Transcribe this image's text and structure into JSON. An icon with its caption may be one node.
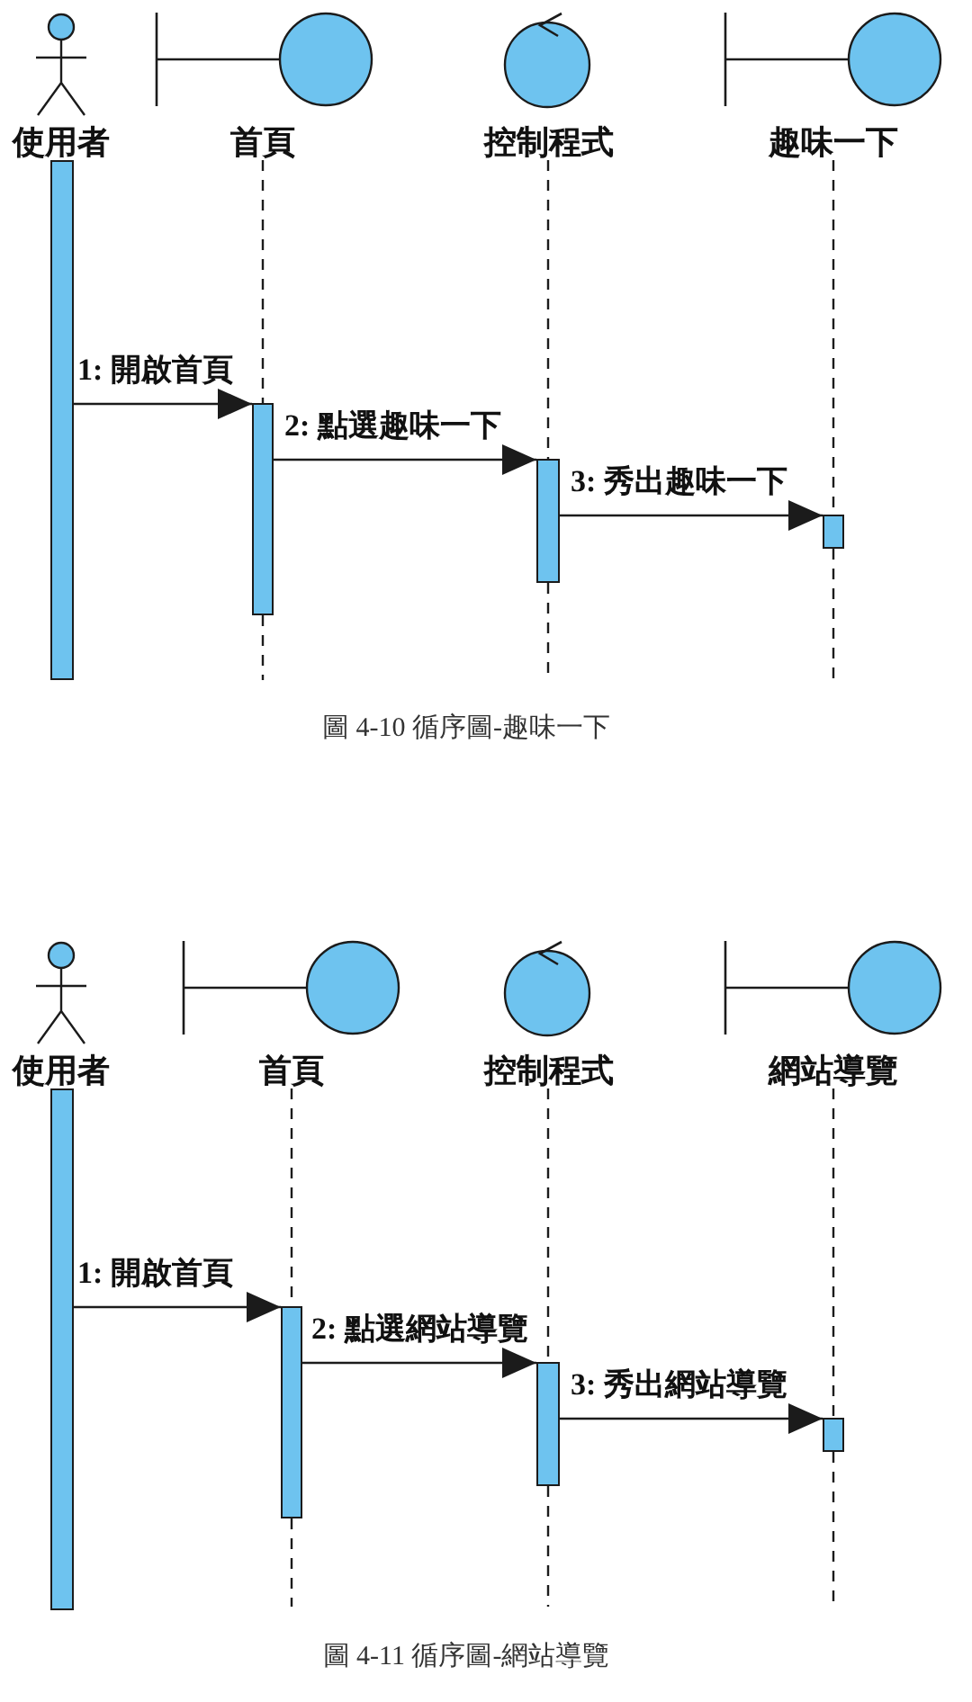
{
  "diagram": {
    "nodes": [
      {
        "text": [
          "使用者"
        ]
      },
      {
        "text": [
          "首頁"
        ]
      },
      {
        "text": [
          "控制程式"
        ]
      },
      {
        "text": [
          "趣味一下"
        ]
      },
      {
        "text": [],
        "shape": "bar"
      },
      {
        "text": [],
        "shape": "bar"
      },
      {
        "text": [],
        "shape": "bar"
      },
      {
        "text": [],
        "shape": "bar"
      },
      {
        "text": [
          "使用者"
        ]
      },
      {
        "text": [
          "首頁"
        ]
      },
      {
        "text": [
          "控制程式"
        ]
      },
      {
        "text": [
          "網站導覽"
        ]
      },
      {
        "text": [],
        "shape": "bar"
      },
      {
        "text": [],
        "shape": "bar"
      },
      {
        "text": [],
        "shape": "bar"
      },
      {
        "text": [],
        "shape": "bar"
      }
    ],
    "edges": [
      {
        "from": 1,
        "to": 5,
        "arrow": "none",
        "style": "dashed"
      },
      {
        "from": 2,
        "to": 6,
        "arrow": "none",
        "style": "dashed"
      },
      {
        "from": 3,
        "to": 7,
        "arrow": "none",
        "style": "dashed"
      },
      {
        "from": 4,
        "to": 5,
        "arrow": "to",
        "label": "1: 開啟首頁"
      },
      {
        "from": 5,
        "to": 6,
        "arrow": "to",
        "label": "2: 點選趣味一下"
      },
      {
        "from": 6,
        "to": 7,
        "arrow": "to",
        "label": "3: 秀出趣味一下"
      },
      {
        "from": 9,
        "to": 13,
        "arrow": "none",
        "style": "dashed"
      },
      {
        "from": 10,
        "to": 14,
        "arrow": "none",
        "style": "dashed"
      },
      {
        "from": 11,
        "to": 15,
        "arrow": "none",
        "style": "dashed"
      },
      {
        "from": 12,
        "to": 13,
        "arrow": "to",
        "label": "1: 開啟首頁"
      },
      {
        "from": 13,
        "to": 14,
        "arrow": "to",
        "label": "2: 點選網站導覽"
      },
      {
        "from": 14,
        "to": 15,
        "arrow": "to",
        "label": "3: 秀出網站導覽"
      }
    ],
    "labels": [
      "圖 4-10 循序圖-趣味一下",
      "圖 4-11 循序圖-網站導覽"
    ]
  }
}
